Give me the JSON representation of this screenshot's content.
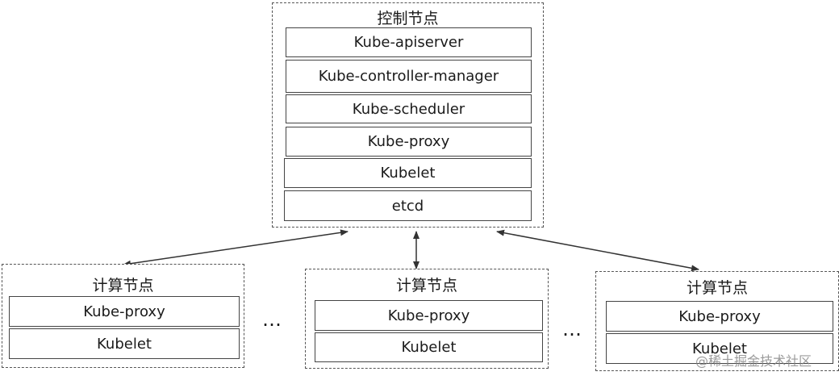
{
  "master": {
    "title": "控制节点",
    "components": [
      "Kube-apiserver",
      "Kube-controller-manager",
      "Kube-scheduler",
      "Kube-proxy",
      "Kubelet",
      "etcd"
    ]
  },
  "workers": [
    {
      "title": "计算节点",
      "components": [
        "Kube-proxy",
        "Kubelet"
      ]
    },
    {
      "title": "计算节点",
      "components": [
        "Kube-proxy",
        "Kubelet"
      ]
    },
    {
      "title": "计算节点",
      "components": [
        "Kube-proxy",
        "Kubelet"
      ]
    }
  ],
  "ellipsis": [
    "…",
    "…"
  ],
  "watermark": "@稀土掘金技术社区",
  "colors": {
    "border": "#444444",
    "dashed_border": "#555555",
    "arrow": "#333333"
  }
}
